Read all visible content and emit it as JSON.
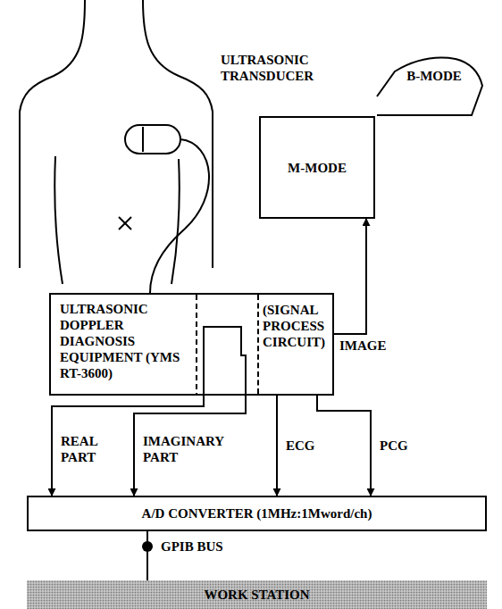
{
  "diagram": {
    "nodes": [
      {
        "text": [
          "ULTRASONIC DOPPLER DIAGNOSIS EQUIPMENT (YMS RT-3600)"
        ]
      },
      {
        "text": [
          "(SIGNAL PROCESS CIRCUIT)"
        ],
        "in": 0
      },
      {
        "text": [
          "M-MODE"
        ]
      },
      {
        "text": [
          "B-MODE"
        ]
      },
      {
        "text": [
          "A/D CONVERTER (1MHz:1Mword/ch)"
        ]
      },
      {
        "text": [
          "WORK STATION"
        ]
      }
    ],
    "edges": [
      {
        "from": 1,
        "to": 2,
        "label": "IMAGE",
        "arrow": "to"
      },
      {
        "from": 0,
        "to": 4,
        "label": "REAL PART",
        "arrow": "to"
      },
      {
        "from": 0,
        "to": 4,
        "label": "IMAGINARY PART",
        "arrow": "to"
      },
      {
        "from": 1,
        "to": 4,
        "label": "ECG",
        "arrow": "to"
      },
      {
        "from": 1,
        "to": 4,
        "label": "PCG",
        "arrow": "to"
      },
      {
        "from": 4,
        "to": 5,
        "label": "GPIB BUS",
        "arrow": "none"
      }
    ],
    "labels": [
      "ULTRASONIC TRANSDUCER"
    ]
  }
}
